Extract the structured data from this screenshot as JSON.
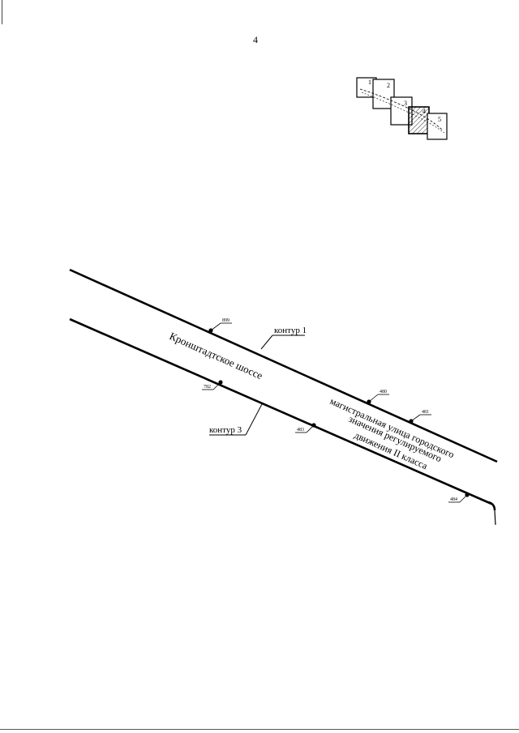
{
  "page_number": "4",
  "key_map": {
    "sheets": [
      "1",
      "2",
      "3",
      "4",
      "5"
    ],
    "highlighted_sheet": "4"
  },
  "labels": {
    "road_name": "Кронштадтское шоссе",
    "road_class_line1": "магистральная улица городского",
    "road_class_line2": "значения регулируемого",
    "road_class_line3": "движения II класса",
    "contour_1": "контур 1",
    "contour_3": "контур 3"
  },
  "point_labels": {
    "upper_a": "899",
    "upper_b": "480",
    "upper_c": "481",
    "lower_a": "782",
    "lower_b": "483",
    "lower_c": "484"
  }
}
